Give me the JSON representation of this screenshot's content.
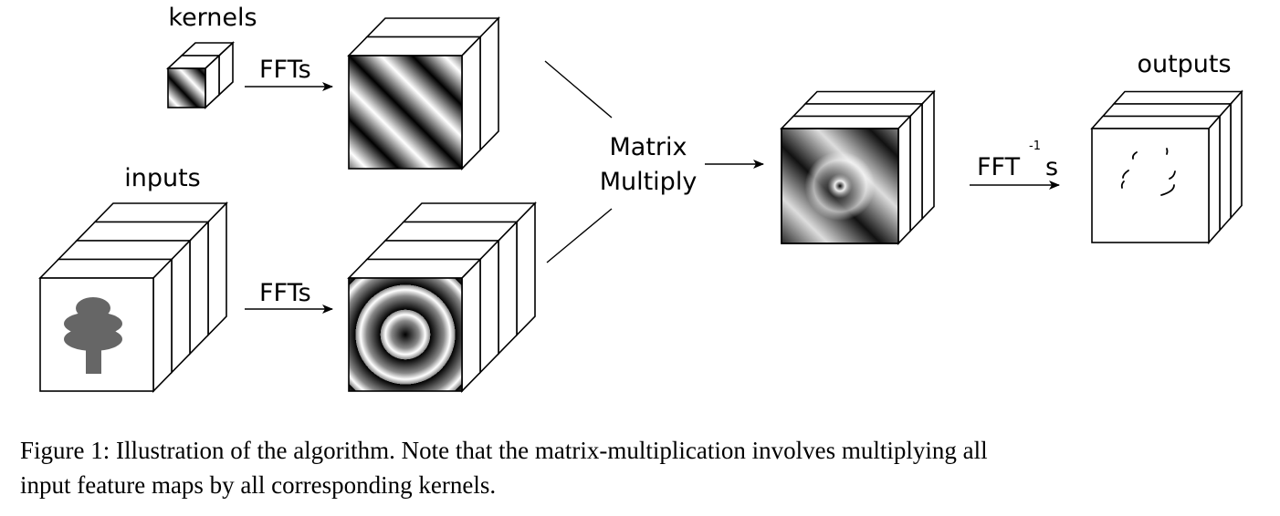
{
  "diagram": {
    "labels": {
      "kernels": "kernels",
      "inputs": "inputs",
      "outputs": "outputs",
      "fft_top": "FFTs",
      "fft_bottom": "FFTs",
      "matrix": "Matrix",
      "multiply": "Multiply",
      "ifft_base": "FFT",
      "ifft_sup": "-1",
      "ifft_suffix": "s"
    },
    "colors": {
      "stroke": "#000000",
      "tree": "#666666"
    }
  },
  "caption": {
    "line1": "Figure 1: Illustration of the algorithm. Note that the matrix-multiplication involves multiplying all",
    "line2": "input feature maps by all corresponding kernels."
  }
}
